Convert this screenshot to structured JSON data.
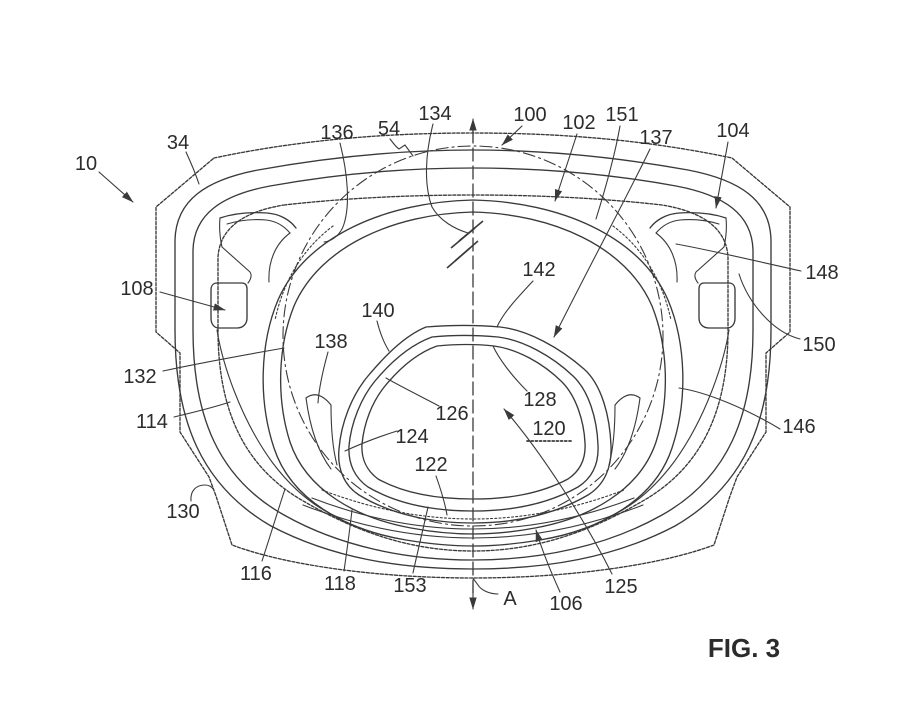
{
  "figure_caption": "FIG. 3",
  "section_axis_label": "A",
  "refs": {
    "10": "10",
    "34": "34",
    "54": "54",
    "100": "100",
    "102": "102",
    "104": "104",
    "106": "106",
    "108": "108",
    "114": "114",
    "116": "116",
    "118": "118",
    "120": "120",
    "122": "122",
    "124": "124",
    "125": "125",
    "126": "126",
    "128": "128",
    "130": "130",
    "132": "132",
    "134": "134",
    "136": "136",
    "137": "137",
    "138": "138",
    "140": "140",
    "142": "142",
    "146": "146",
    "148": "148",
    "150": "150",
    "151": "151",
    "153": "153"
  },
  "colors": {
    "ink": "#3a3a3a",
    "background": "#ffffff"
  }
}
